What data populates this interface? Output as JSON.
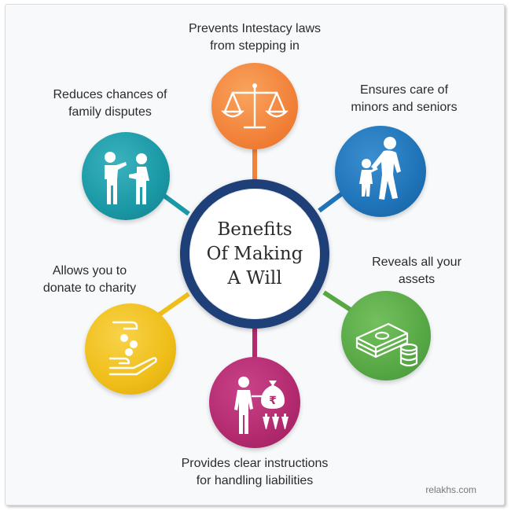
{
  "center": {
    "lines": [
      "Benefits",
      "Of Making",
      "A Will"
    ]
  },
  "benefits": [
    {
      "id": "intestacy",
      "lines": [
        "Prevents Intestacy laws",
        "from stepping in"
      ],
      "color": "#f2823a",
      "icon": "scales-icon"
    },
    {
      "id": "minors",
      "lines": [
        "Ensures care of",
        "minors and seniors"
      ],
      "color": "#1f73b8",
      "icon": "family-walk-icon"
    },
    {
      "id": "assets",
      "lines": [
        "Reveals all your",
        "assets"
      ],
      "color": "#57a845",
      "icon": "cash-coins-icon"
    },
    {
      "id": "liabilities",
      "lines": [
        "Provides clear instructions",
        "for handling liabilities"
      ],
      "color": "#b32a6f",
      "icon": "money-bag-icon"
    },
    {
      "id": "charity",
      "lines": [
        "Allows you to",
        "donate to charity"
      ],
      "color": "#efbe18",
      "icon": "donation-hand-icon"
    },
    {
      "id": "disputes",
      "lines": [
        "Reduces chances of",
        "family disputes"
      ],
      "color": "#1a98a5",
      "icon": "argument-icon"
    }
  ],
  "credit": "relakhs.com"
}
